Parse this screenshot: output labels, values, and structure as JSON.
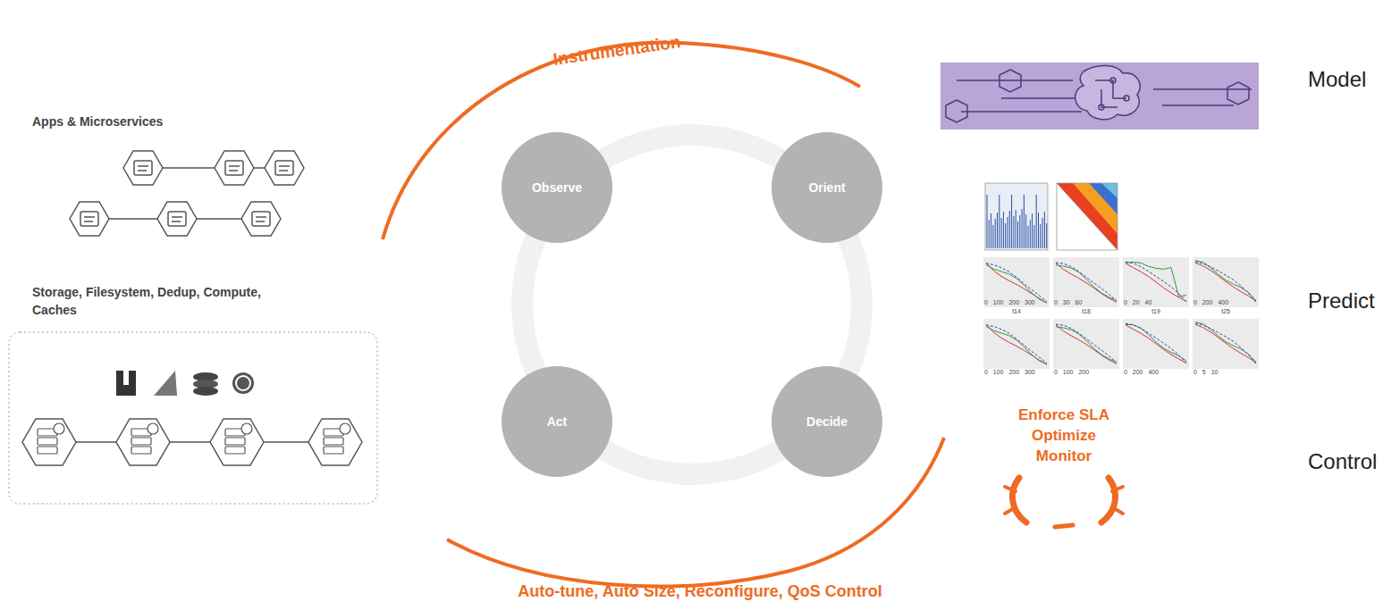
{
  "diagram": {
    "nodes": [
      {
        "text": [
          "Observe"
        ]
      },
      {
        "text": [
          "Orient"
        ]
      },
      {
        "text": [
          "Act"
        ]
      },
      {
        "text": [
          "Decide"
        ]
      },
      {
        "text": [
          "Storage, Filesystem, Dedup, Compute, Caches"
        ]
      }
    ],
    "labels": [
      "Apps & Microservices",
      "Instrumentation",
      "Model",
      "Predict",
      "Control",
      "Enforce SLA",
      "Optimize",
      "Monitor",
      "Auto-tune, Auto Size, Reconfigure, QoS Control",
      "t14",
      "t18",
      "t19",
      "t25",
      "0 100 200 300",
      "0 30 60",
      "0 20 40",
      "0 200 400",
      "0 100 200 300",
      "0 100 200",
      "0 200 400",
      "0 5 10"
    ]
  }
}
